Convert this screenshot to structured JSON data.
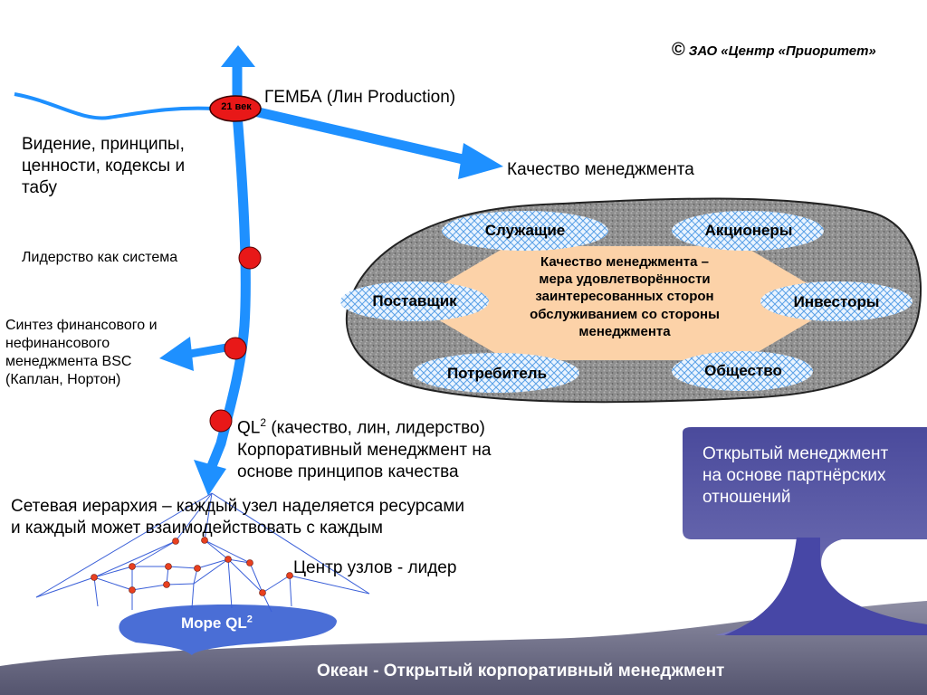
{
  "copyright": {
    "symbol": "©",
    "text": "ЗАО «Центр «Приоритет»"
  },
  "timeline": {
    "century_badge": "21 век",
    "gemba": "ГЕМБА (Лин Production)",
    "vision": "Видение, принципы,\nценности, кодексы и\nтабу",
    "leadership": "Лидерство как система",
    "synthesis": "Синтез финансового и\nнефинансового\nменеджмента BSC\n(Каплан, Нортон)",
    "ql_base": "QL",
    "ql_sup": "2",
    "ql_rest": " (качество, лин, лидерство)",
    "corporate": "Корпоративный менеджмент на\nоснове принципов качества",
    "mgmt_quality": "Качество менеджмента"
  },
  "stakeholders": {
    "center": "Качество менеджмента –\nмера удовлетворённости\nзаинтересованных сторон\nобслуживанием со стороны\nменеджмента",
    "employees": "Служащие",
    "shareholders": "Акционеры",
    "supplier": "Поставщик",
    "investors": "Инвесторы",
    "consumer": "Потребитель",
    "society": "Общество"
  },
  "network": {
    "hierarchy": "Сетевая иерархия – каждый узел наделяется ресурсами\nи каждый может взаимодействовать с каждым",
    "node_center": "Центр узлов - лидер"
  },
  "seas": {
    "sea_base": "Море QL",
    "sea_sup": "2",
    "ocean": "Океан - Открытый корпоративный менеджмент",
    "open_mgmt": "Открытый менеджмент\nна основе партнёрских\nотношений"
  },
  "colors": {
    "arrow_blue": "#1e90ff",
    "dark_blue": "#2a3aa8",
    "node_red": "#e81818",
    "core_orange": "#fcd2a8",
    "ellipse_gray": "#8c8c8c",
    "ocean_gray": "#6d6d86"
  }
}
